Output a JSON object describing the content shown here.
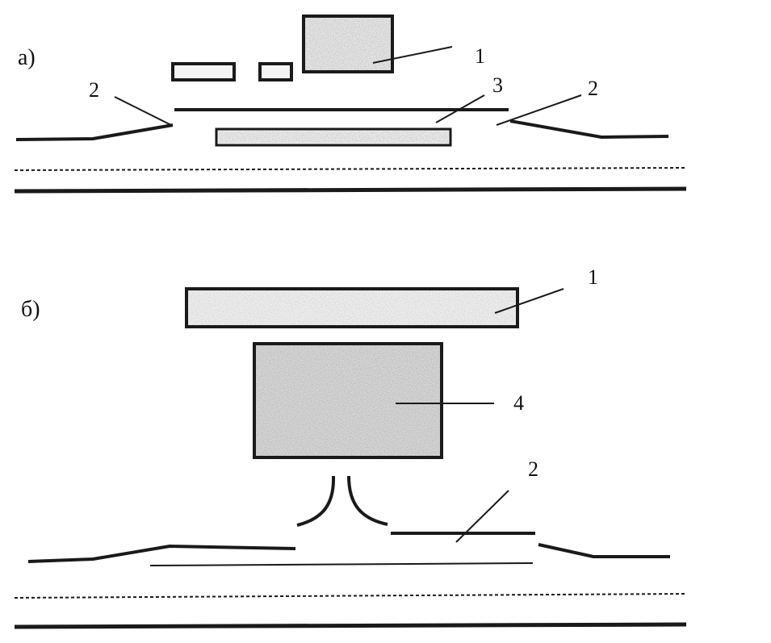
{
  "panel_a": {
    "label": "а)",
    "callouts": {
      "n1": "1",
      "n2_left": "2",
      "n2_right": "2",
      "n3": "3"
    }
  },
  "panel_b": {
    "label": "б)",
    "callouts": {
      "n1": "1",
      "n4": "4",
      "n2": "2"
    }
  },
  "colors": {
    "ink": "#1a1a1a",
    "fill_light": "#e9e9e9",
    "fill_dark": "#c9c9c9"
  }
}
